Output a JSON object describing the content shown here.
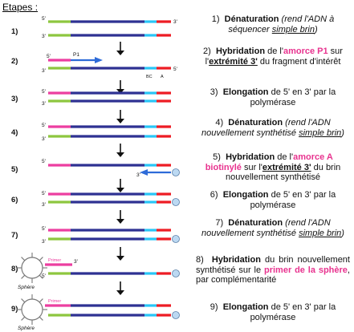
{
  "title": "Etapes :",
  "diagram": {
    "step_numbers": [
      "1)",
      "2)",
      "3)",
      "4)",
      "5)",
      "6)",
      "7)",
      "8)",
      "9)"
    ],
    "label_5p": "5'",
    "label_3p": "3'",
    "primer_p1": "P1",
    "label_bc": "BC",
    "label_a": "A",
    "primer_sphere": "Primer",
    "sphere": "Sphère",
    "colors": {
      "adaptor_left": "#8dc63f",
      "insert": "#2e3192",
      "barcode": "#29c5f6",
      "adaptor_right": "#ed1c24",
      "complement_left": "#ec3ea0",
      "primer_arrow": "#2e6bd8",
      "sphere": "#bcd9f2"
    }
  },
  "steps": [
    {
      "num": "1)",
      "name": "Dénaturation",
      "rest": " (rend l'ADN à séquencer ",
      "rest_u": "simple brin",
      "rest_end": ")"
    },
    {
      "num": "2)",
      "name": "Hybridation",
      "pre": " de l'",
      "pink1": "amorce P1",
      "mid": " sur l'",
      "ul": "extrémité 3'",
      "post": " du fragment d'intérêt"
    },
    {
      "num": "3)",
      "name": "Elongation",
      "post": " de 5' en 3' par la polymérase"
    },
    {
      "num": "4)",
      "name": "Dénaturation",
      "rest": " (rend l'ADN nouvellement synthétisé ",
      "rest_u": "simple brin",
      "rest_end": ")"
    },
    {
      "num": "5)",
      "name": "Hybridation",
      "pre": " de l'",
      "pink1": "amorce A biotinylé",
      "mid": " sur l'",
      "ul": "extrémité 3'",
      "post": " du brin nouvellement synthétisé"
    },
    {
      "num": "6)",
      "name": "Elongation",
      "post": " de 5' en 3' par la polymérase"
    },
    {
      "num": "7)",
      "name": "Dénaturation",
      "rest": " (rend l'ADN nouvellement synthétisé ",
      "rest_u": "simple brin",
      "rest_end": ")"
    },
    {
      "num": "8)",
      "name": "Hybridation",
      "pre": " du brin nouvellement synthétisé sur le ",
      "pink1": "primer de la sphère",
      "post": ", par complémentarité"
    },
    {
      "num": "9)",
      "name": "Elongation",
      "post": " de 5' en 3' par la polymérase"
    }
  ]
}
